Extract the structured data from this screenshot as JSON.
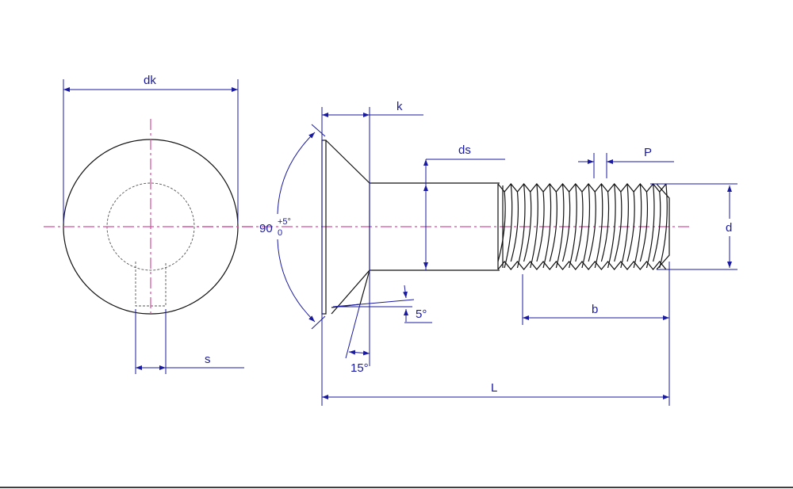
{
  "labels": {
    "dk": "dk",
    "k": "k",
    "ds": "ds",
    "P": "P",
    "d": "d",
    "angle": "90",
    "angle_tol_upper": "+5°",
    "angle_tol_lower": "0",
    "angle_5": "5°",
    "angle_15": "15°",
    "b": "b",
    "L": "L",
    "s": "s"
  },
  "colors": {
    "dimension": "#1a1aa0",
    "centerline": "#d050a0",
    "outline": "#111111"
  }
}
